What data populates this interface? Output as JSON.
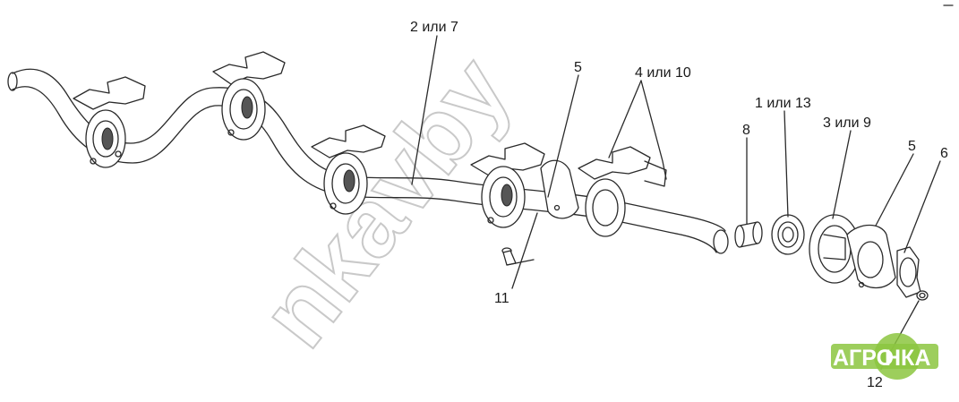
{
  "callouts": {
    "c_2_7": "2 или 7",
    "c_5a": "5",
    "c_4_10": "4 или 10",
    "c_1_13": "1 или 13",
    "c_8": "8",
    "c_3_9": "3 или 9",
    "c_5b": "5",
    "c_6": "6",
    "c_11": "11",
    "c_12": "12"
  },
  "watermark": {
    "text": "nkavby"
  },
  "logo": {
    "left": "АГРО",
    "right": "НКА"
  },
  "colors": {
    "line": "#2a2a2a",
    "logo_green": "#8cc63f",
    "watermark": "#c9c9c9"
  }
}
